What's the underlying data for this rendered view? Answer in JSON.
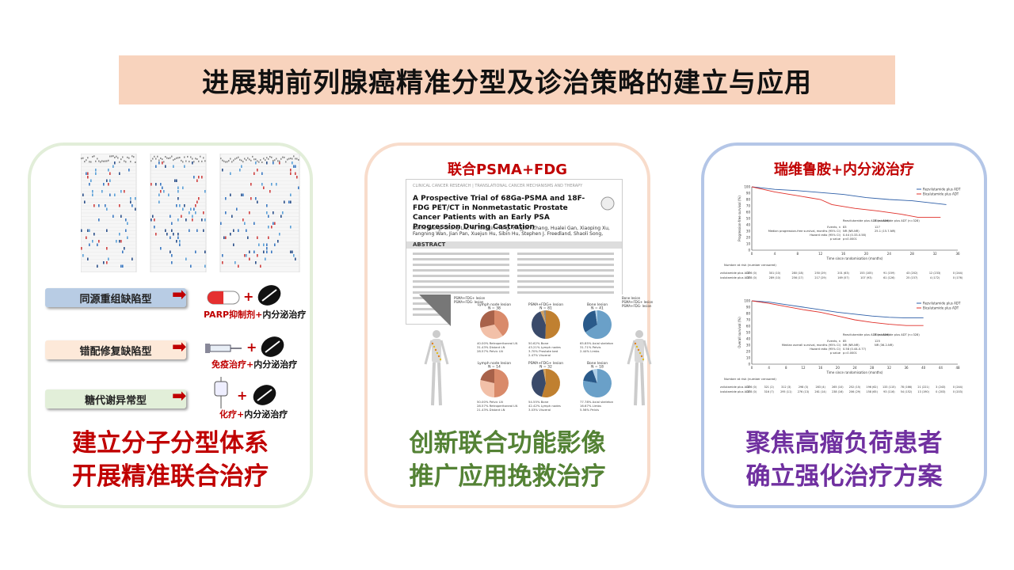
{
  "title": "进展期前列腺癌精准分型及诊治策略的建立与应用",
  "colors": {
    "title_bg": "#f8d3bd",
    "red": "#c00000",
    "green": "#548235",
    "purple": "#7030a0",
    "blue_series": "#2e5fa8",
    "red_series": "#e0302a"
  },
  "card1": {
    "types": [
      {
        "label": "同源重组缺陷型",
        "therapy_a": "PARP抑制剂",
        "plus": "+",
        "therapy_b": "内分泌治疗",
        "icon": "capsule-icon"
      },
      {
        "label": "错配修复缺陷型",
        "therapy_a": "免疫治疗",
        "plus": "+",
        "therapy_b": "内分泌治疗",
        "icon": "syringe-icon"
      },
      {
        "label": "糖代谢异常型",
        "therapy_a": "化疗",
        "plus": "+",
        "therapy_b": "内分泌治疗",
        "icon": "iv-bag-icon"
      }
    ],
    "slogan_line1": "建立分子分型体系",
    "slogan_line2": "开展精准联合治疗"
  },
  "card2": {
    "heading": "联合PSMA+FDG",
    "paper_header": "CLINICAL CANCER RESEARCH | TRANSLATIONAL CANCER MECHANISMS AND THERAPY",
    "paper_title": "A Prospective Trial of 68Ga-PSMA and 18F-FDG PET/CT in Nonmetastatic Prostate Cancer Patients with an Early PSA Progression During Castration",
    "paper_authors": "Beihe Wang, Chang Liu, Yu Wei, Jin Heng, Yingjian Zhang, Hualei Gan, Xiaoping Xu, Fangning Wan, Jian Pan, Xuejun Hu, Sibin Hu, Stephen J. Freedland, Shaoli Song, Dingwei Ye, and Yao Zhu",
    "abstract_label": "ABSTRACT",
    "pies": [
      {
        "title": "Lymph node lesion",
        "n": "N = 38",
        "legend": [
          "40.00%  Retroperitoneal LN",
          "31.43%  Distant LN",
          "28.57%  Pelvic LN"
        ]
      },
      {
        "title": "PSMA+FDG+ lesion",
        "n": "N = 81",
        "legend": [
          "50.62%  Bone",
          "43.21%  Lymph nodes",
          "3.70%  Prostate bed",
          "2.47%  Visceral"
        ]
      },
      {
        "title": "Bone lesion",
        "n": "N = 41",
        "legend": [
          "65.85%  Axial skeleton",
          "31.71%  Pelvis",
          "2.44%  Limbs"
        ]
      },
      {
        "title": "Lymph node lesion",
        "n": "N = 14",
        "legend": [
          "50.00%  Pelvic LN",
          "28.57%  Retroperitoneal LN",
          "21.43%  Distant LN"
        ]
      },
      {
        "title": "PSMA+FDG+ lesion",
        "n": "N = 32",
        "legend": [
          "54.55%  Bone",
          "42.42%  Lymph nodes",
          "3.03%  Visceral"
        ]
      },
      {
        "title": "Bone lesion",
        "n": "N = 18",
        "legend": [
          "77.78%  Axial skeleton",
          "16.67%  Limbs",
          "5.56%  Pelvis"
        ]
      }
    ],
    "skeleton_legend_left": [
      "PSMA+FDG+ lesion",
      "PSMA+FDG- lesion"
    ],
    "skeleton_legend_right": [
      "Bone lesion",
      "PSMA+FDG+ lesion",
      "PSMA+FDG- lesion"
    ],
    "slogan_line1": "创新联合功能影像",
    "slogan_line2": "推广应用挽救治疗"
  },
  "card3": {
    "heading": "瑞维鲁胺+内分泌治疗",
    "legend": [
      "Rezvilutamide plus ADT",
      "Bicalutamide plus ADT"
    ],
    "plot1": {
      "ylabel": "Progression-free survival (%)",
      "xlabel": "Time since randomisation (months)",
      "yticks": [
        "100",
        "90",
        "80",
        "70",
        "60",
        "50",
        "40",
        "30",
        "20",
        "10",
        "0"
      ],
      "xticks": [
        "0",
        "4",
        "8",
        "12",
        "16",
        "20",
        "24",
        "28",
        "32",
        "36"
      ],
      "stats_header": [
        "Rezvilutamide plus ADT (n=326)",
        "Bicalutamide plus ADT (n=328)"
      ],
      "stats": [
        [
          "Events, n",
          "83",
          "127"
        ],
        [
          "Median progression-free survival, months (95% CI)",
          "NR (NR-NR)",
          "25.1 (15.7-NR)"
        ],
        [
          "Hazard ratio (95% CI)",
          "0.44 (0.33-0.58)",
          ""
        ],
        [
          "p value",
          "p<0.0001",
          ""
        ]
      ],
      "risk_title": "Number at risk (number censored)",
      "risk_rows": [
        [
          "Rezvilutamide plus ADT",
          "326 (0)",
          "301 (10)",
          "280 (18)",
          "250 (29)",
          "201 (63)",
          "153 (105)",
          "91 (159)",
          "43 (202)",
          "12 (233)",
          "0 (244)"
        ],
        [
          "Bicalutamide plus ADT",
          "328 (0)",
          "289 (10)",
          "256 (17)",
          "217 (29)",
          "169 (57)",
          "107 (93)",
          "61 (126)",
          "25 (157)",
          "4 (172)",
          "0 (176)"
        ]
      ]
    },
    "plot2": {
      "ylabel": "Overall survival (%)",
      "xlabel": "Time since randomisation (months)",
      "yticks": [
        "100",
        "90",
        "80",
        "70",
        "60",
        "50",
        "40",
        "30",
        "20",
        "10",
        "0"
      ],
      "xticks": [
        "0",
        "4",
        "8",
        "12",
        "16",
        "20",
        "24",
        "28",
        "32",
        "36",
        "40",
        "44",
        "48"
      ],
      "stats_header": [
        "Rezvilutamide plus ADT (n=326)",
        "Bicalutamide plus ADT (n=328)"
      ],
      "stats": [
        [
          "Events, n",
          "85",
          "125"
        ],
        [
          "Median overall survival, months (95% CI)",
          "NR (NR-NR)",
          "NR (36.2-NR)"
        ],
        [
          "Hazard ratio (95% CI)",
          "0.58 (0.44-0.77)",
          ""
        ],
        [
          "p value",
          "p=0.0001",
          ""
        ]
      ],
      "risk_title": "Number at risk (number censored)",
      "risk_rows": [
        [
          "Rezvilutamide plus ADT",
          "326 (0)",
          "321 (2)",
          "312 (3)",
          "298 (3)",
          "283 (4)",
          "265 (10)",
          "252 (15)",
          "196 (62)",
          "133 (115)",
          "78 (166)",
          "21 (221)",
          "3 (243)",
          "0 (244)"
        ],
        [
          "Bicalutamide plus ADT",
          "328 (0)",
          "316 (7)",
          "295 (11)",
          "276 (13)",
          "261 (14)",
          "238 (16)",
          "206 (29)",
          "158 (65)",
          "93 (116)",
          "54 (152)",
          "13 (190)",
          "0 (203)",
          "0 (203)"
        ]
      ]
    },
    "slogan_line1": "聚焦高瘤负荷患者",
    "slogan_line2": "确立强化治疗方案"
  }
}
